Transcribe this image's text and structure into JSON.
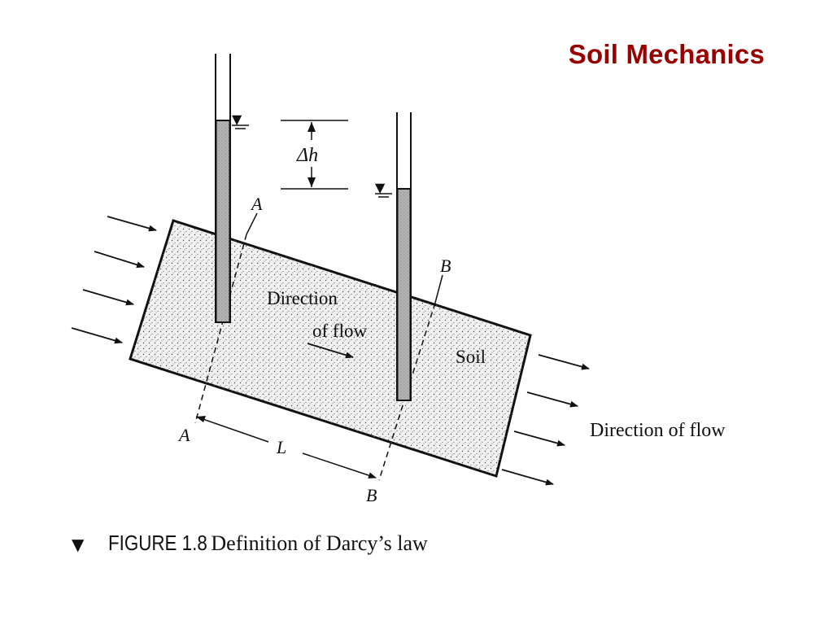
{
  "slide": {
    "title": "Soil Mechanics",
    "title_color": "#990000"
  },
  "figure": {
    "caption_marker": "▼",
    "caption_label": "FIGURE 1.8",
    "caption_text": "Definition of Darcy’s law",
    "labels": {
      "delta_h": "Δh",
      "section_a_top": "A",
      "section_b_top": "B",
      "section_a_bottom": "A",
      "section_b_bottom": "B",
      "length": "L",
      "inner_flow_line1": "Direction",
      "inner_flow_line2": "of flow",
      "soil": "Soil",
      "outer_flow": "Direction of flow"
    },
    "water_level_symbol": "▼"
  }
}
